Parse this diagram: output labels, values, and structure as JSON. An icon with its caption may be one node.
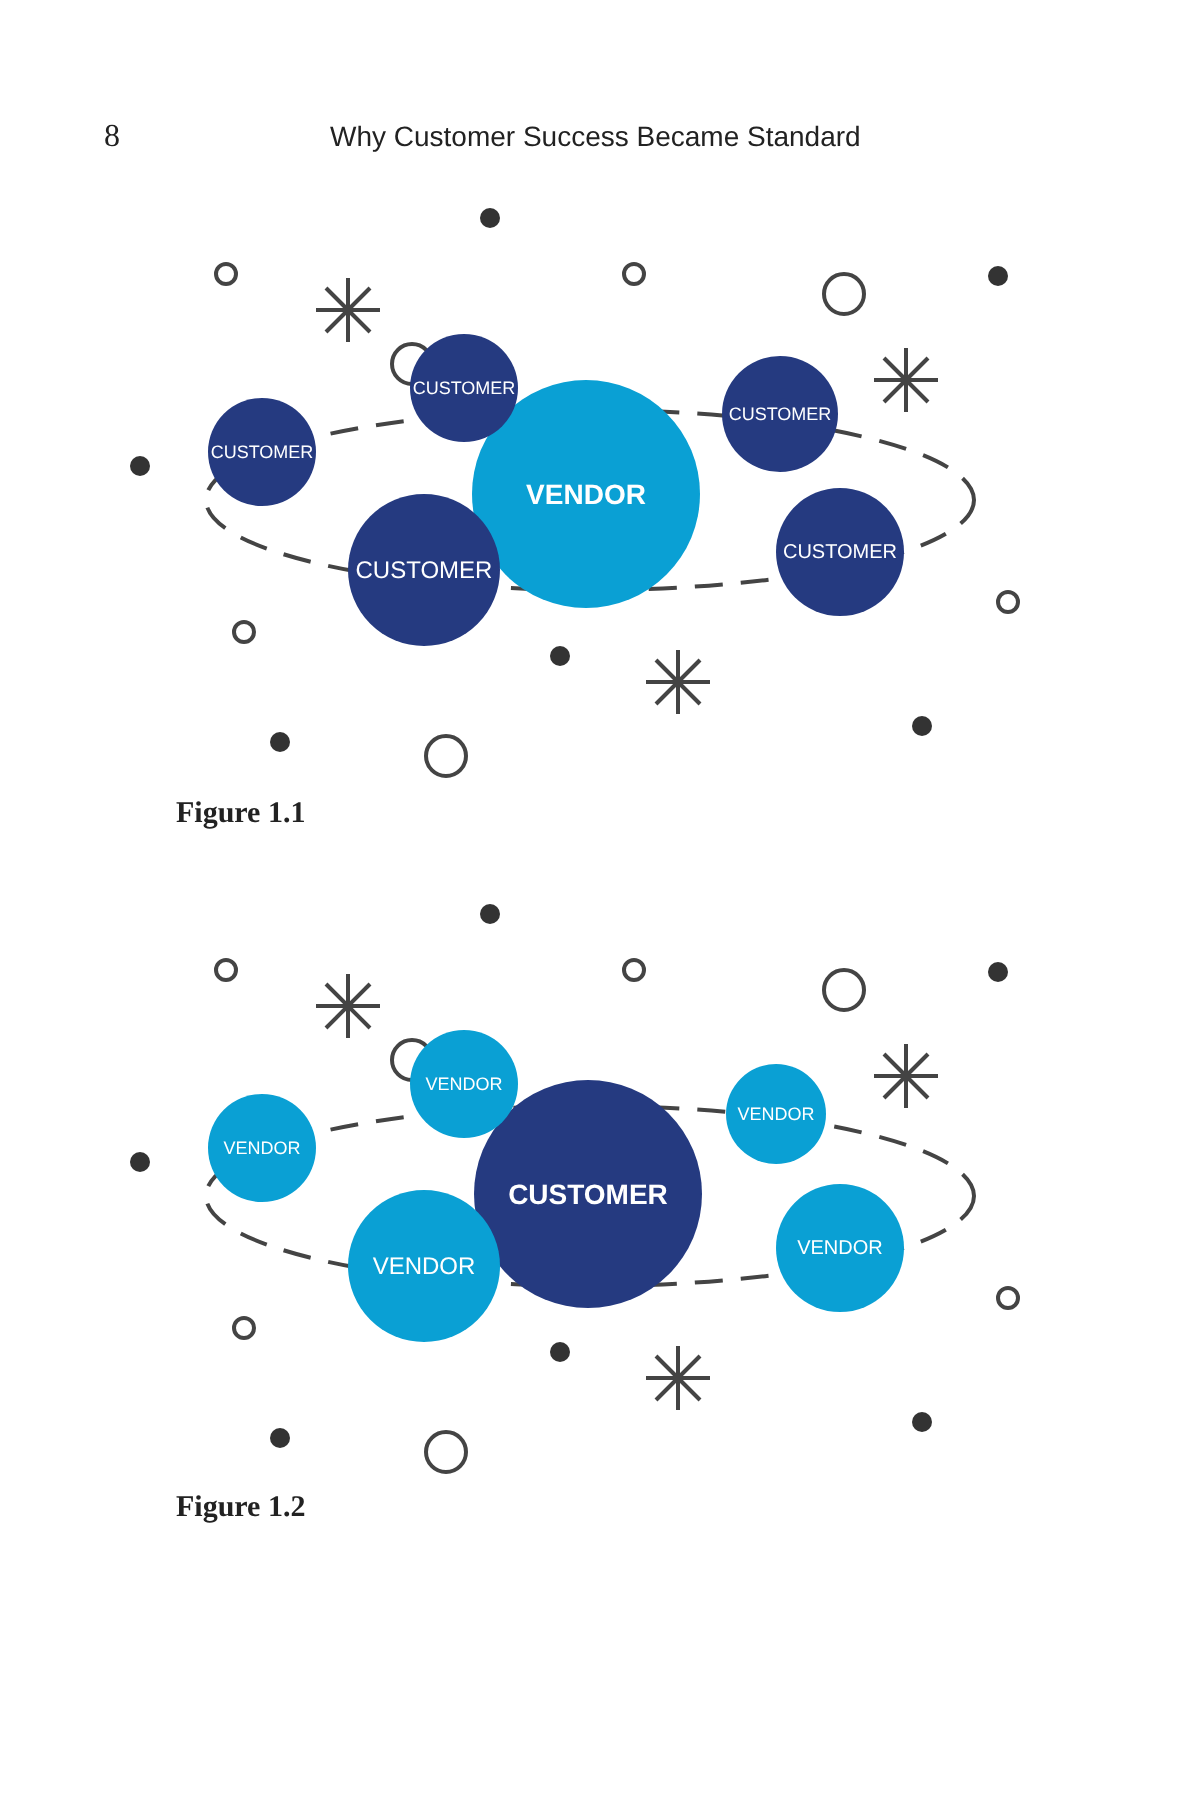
{
  "diagram": {
    "nodes": [
      {
        "text": [
          "CUSTOMER"
        ]
      },
      {
        "text": [
          "CUSTOMER"
        ]
      },
      {
        "text": [
          "CUSTOMER"
        ]
      },
      {
        "text": [
          "VENDOR"
        ]
      },
      {
        "text": [
          "CUSTOMER"
        ]
      },
      {
        "text": [
          "CUSTOMER"
        ]
      },
      {
        "text": [
          "VENDOR"
        ]
      },
      {
        "text": [
          "VENDOR"
        ]
      },
      {
        "text": [
          "VENDOR"
        ]
      },
      {
        "text": [
          "CUSTOMER"
        ]
      },
      {
        "text": [
          "VENDOR"
        ]
      },
      {
        "text": [
          "VENDOR"
        ]
      }
    ],
    "labels": [
      "8",
      "Why Customer Success Became Standard",
      "Figure 1.1",
      "Figure 1.2"
    ]
  }
}
